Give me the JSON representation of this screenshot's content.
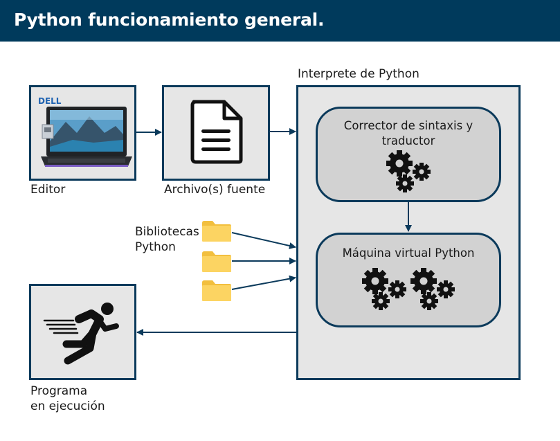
{
  "header": {
    "title": "Python funcionamiento general."
  },
  "nodes": {
    "editor": {
      "label": "Editor",
      "brand": "DELL"
    },
    "source_files": {
      "label": "Archivo(s) fuente"
    },
    "interpreter": {
      "label": "Interprete de Python"
    },
    "syntax_checker": {
      "label": "Corrector de sintaxis y traductor"
    },
    "virtual_machine": {
      "label": "Máquina virtual Python"
    },
    "libraries": {
      "label_line1": "Bibliotecas",
      "label_line2": "Python"
    },
    "running_program": {
      "label_line1": "Programa",
      "label_line2": "en ejecución"
    }
  },
  "icons": {
    "laptop": "laptop-icon",
    "document": "document-icon",
    "folder": "folder-icon",
    "gears": "gears-icon",
    "runner": "runner-icon"
  },
  "colors": {
    "header_bg": "#003a5c",
    "border": "#0b3a5b",
    "box_fill": "#e6e6e6",
    "inner_fill": "#d2d2d2",
    "folder": "#fcd462"
  }
}
